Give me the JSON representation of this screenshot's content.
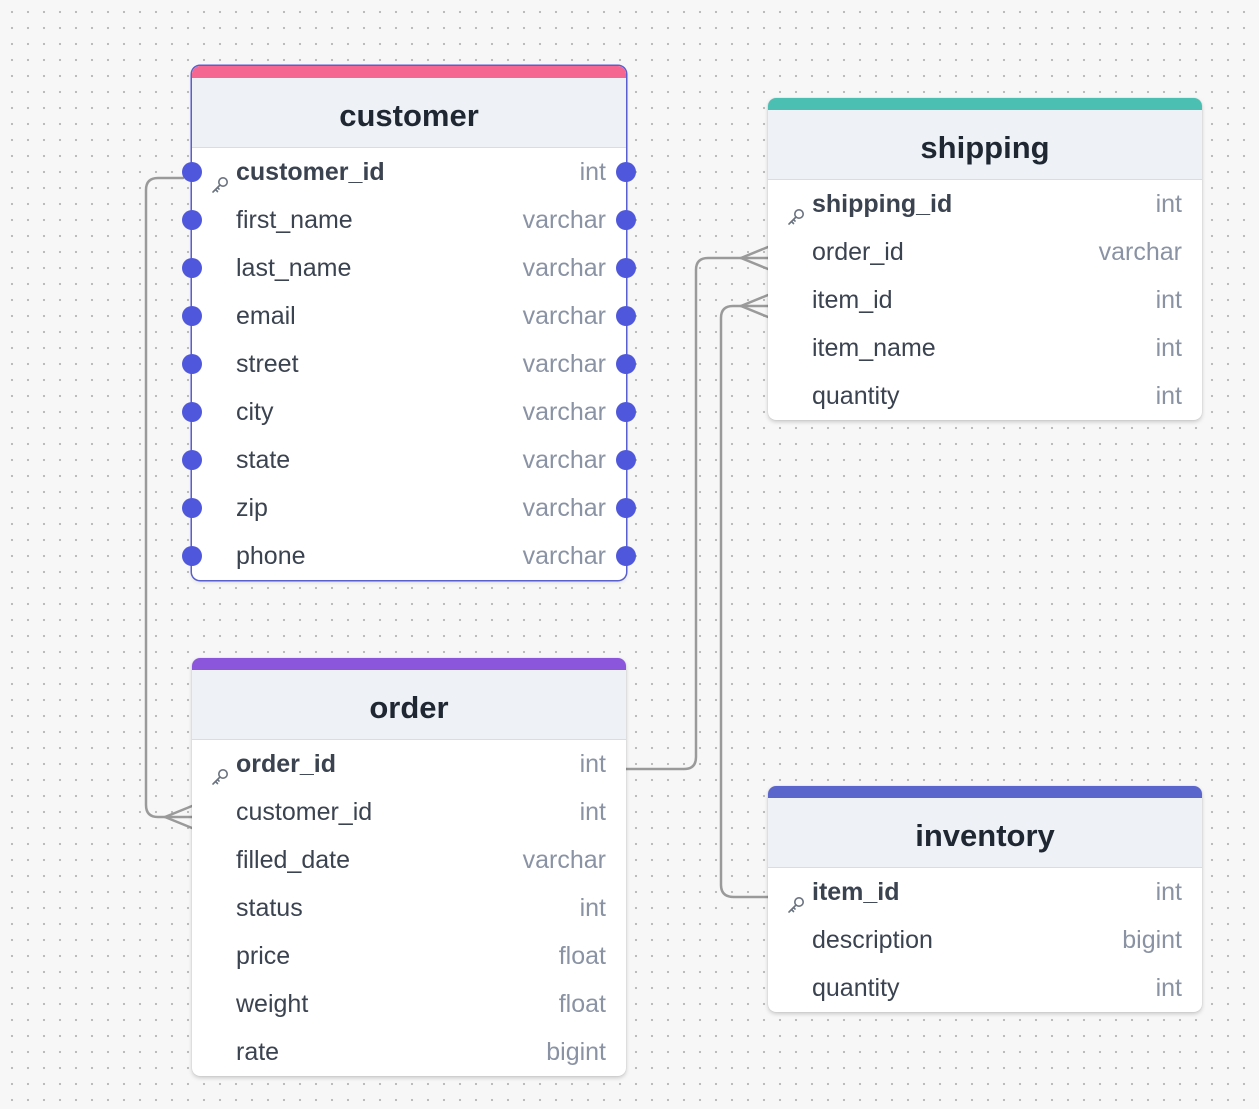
{
  "colors": {
    "customer": "#f56691",
    "shipping": "#4bbfb2",
    "order": "#8c56dc",
    "inventory": "#5b66cc",
    "handle": "#4f58dc",
    "edge": "#9a9a9a"
  },
  "tables": {
    "customer": {
      "title": "customer",
      "columns": [
        {
          "name": "customer_id",
          "type": "int",
          "pk": true
        },
        {
          "name": "first_name",
          "type": "varchar"
        },
        {
          "name": "last_name",
          "type": "varchar"
        },
        {
          "name": "email",
          "type": "varchar"
        },
        {
          "name": "street",
          "type": "varchar"
        },
        {
          "name": "city",
          "type": "varchar"
        },
        {
          "name": "state",
          "type": "varchar"
        },
        {
          "name": "zip",
          "type": "varchar"
        },
        {
          "name": "phone",
          "type": "varchar"
        }
      ]
    },
    "shipping": {
      "title": "shipping",
      "columns": [
        {
          "name": "shipping_id",
          "type": "int",
          "pk": true
        },
        {
          "name": "order_id",
          "type": "varchar"
        },
        {
          "name": "item_id",
          "type": "int"
        },
        {
          "name": "item_name",
          "type": "int"
        },
        {
          "name": "quantity",
          "type": "int"
        }
      ]
    },
    "order": {
      "title": "order",
      "columns": [
        {
          "name": "order_id",
          "type": "int",
          "pk": true
        },
        {
          "name": "customer_id",
          "type": "int"
        },
        {
          "name": "filled_date",
          "type": "varchar"
        },
        {
          "name": "status",
          "type": "int"
        },
        {
          "name": "price",
          "type": "float"
        },
        {
          "name": "weight",
          "type": "float"
        },
        {
          "name": "rate",
          "type": "bigint"
        }
      ]
    },
    "inventory": {
      "title": "inventory",
      "columns": [
        {
          "name": "item_id",
          "type": "int",
          "pk": true
        },
        {
          "name": "description",
          "type": "bigint"
        },
        {
          "name": "quantity",
          "type": "int"
        }
      ]
    }
  },
  "relationships": [
    {
      "from": "customer.customer_id",
      "to": "order.customer_id",
      "cardinality": "one-to-many"
    },
    {
      "from": "order.order_id",
      "to": "shipping.order_id",
      "cardinality": "one-to-many"
    },
    {
      "from": "inventory.item_id",
      "to": "shipping.item_id",
      "cardinality": "one-to-many"
    }
  ]
}
